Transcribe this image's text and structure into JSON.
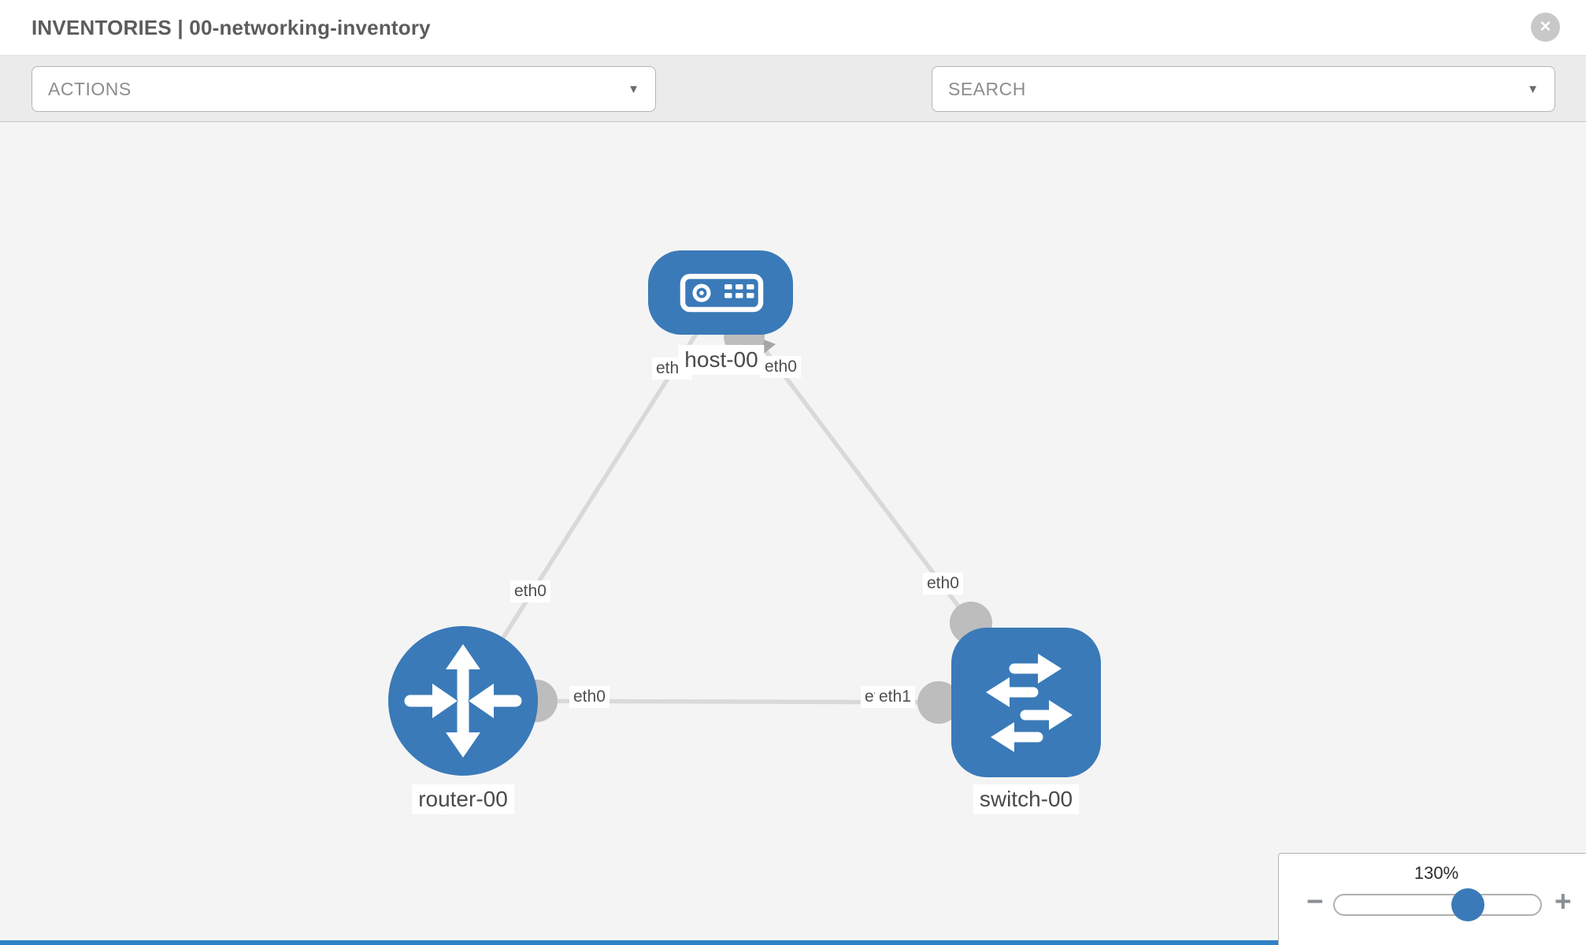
{
  "header": {
    "title": "INVENTORIES | 00-networking-inventory"
  },
  "icons": {
    "close": "✕",
    "caret": "▼",
    "minus": "−",
    "plus": "+"
  },
  "toolbar": {
    "actions_label": "ACTIONS",
    "search_label": "SEARCH"
  },
  "topology": {
    "nodes": [
      {
        "id": "host-00",
        "type": "host",
        "label": "host-00"
      },
      {
        "id": "router-00",
        "type": "router",
        "label": "router-00"
      },
      {
        "id": "switch-00",
        "type": "switch",
        "label": "switch-00"
      }
    ],
    "links": [
      {
        "from": "host-00",
        "from_if": "eth0",
        "to": "router-00",
        "to_if": "eth0"
      },
      {
        "from": "host-00",
        "from_if": "eth0",
        "to": "switch-00",
        "to_if": "eth0"
      },
      {
        "from": "router-00",
        "from_if": "eth0",
        "to": "switch-00",
        "to_if": "eth1"
      }
    ],
    "interface_labels": [
      {
        "text": "eth0",
        "position": "host-left"
      },
      {
        "text": "eth0",
        "position": "host-right"
      },
      {
        "text": "eth0",
        "position": "router-top"
      },
      {
        "text": "eth0",
        "position": "router-right"
      },
      {
        "text": "eth0",
        "position": "switch-top"
      },
      {
        "text": "eth0",
        "position": "switch-left-under"
      },
      {
        "text": "eth1",
        "position": "switch-left-over"
      }
    ]
  },
  "zoom_control": {
    "level": "130%"
  },
  "colors": {
    "node_blue": "#3a7ab8",
    "link_gray": "#d9d9d9",
    "port_gray": "#bdbdbd",
    "arrow_gray": "#a6a6a6",
    "canvas_bg": "#f4f4f4",
    "toolbar_bg": "#ebebeb",
    "bottom_strip_blue": "#2f81c6"
  }
}
